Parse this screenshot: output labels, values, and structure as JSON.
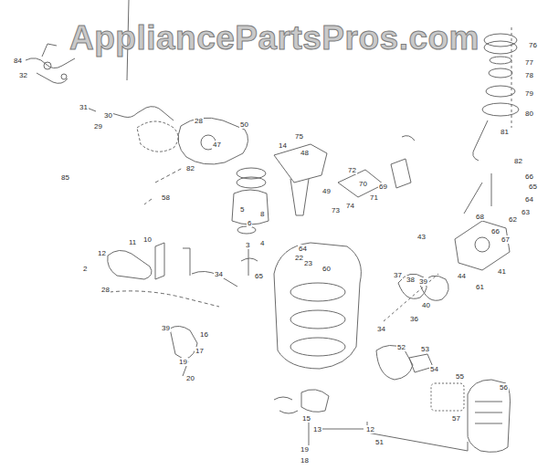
{
  "diagram": {
    "labels": [
      "AppliancePartsPros.com",
      "84",
      "32",
      "31",
      "30",
      "29",
      "28",
      "82",
      "85",
      "58",
      "47",
      "50",
      "48",
      "49",
      "14",
      "75",
      "72",
      "70",
      "71",
      "69",
      "73",
      "74",
      "76",
      "77",
      "78",
      "79",
      "80",
      "81",
      "82",
      "66",
      "65",
      "64",
      "63",
      "62",
      "68",
      "66",
      "67",
      "43",
      "41",
      "61",
      "44",
      "37",
      "38",
      "39",
      "40",
      "36",
      "34",
      "12",
      "11",
      "10",
      "2",
      "28",
      "8",
      "5",
      "6",
      "4",
      "3",
      "64",
      "22",
      "23",
      "60",
      "65",
      "34",
      "39",
      "16",
      "17",
      "19",
      "20",
      "52",
      "53",
      "54",
      "55",
      "56",
      "57",
      "51",
      "12",
      "13",
      "15",
      "19",
      "18"
    ]
  }
}
